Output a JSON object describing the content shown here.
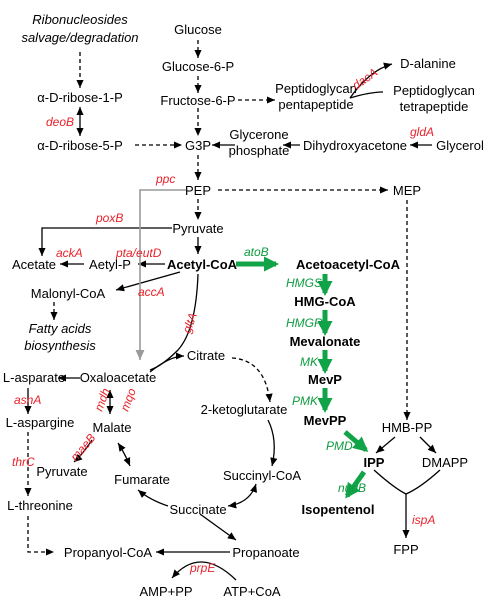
{
  "nodes": {
    "ribo_salvage_1": "Ribonucleosides",
    "ribo_salvage_2": "salvage/degradation",
    "alpha_ribose_1p": "α-D-ribose-1-P",
    "alpha_ribose_5p": "α-D-ribose-5-P",
    "glucose": "Glucose",
    "glucose_6p": "Glucose-6-P",
    "fructose_6p": "Fructose-6-P",
    "g3p": "G3P",
    "pg_penta_1": "Peptidoglycan",
    "pg_penta_2": "pentapeptide",
    "d_alanine": "D-alanine",
    "pg_tetra_1": "Peptidoglycan",
    "pg_tetra_2": "tetrapeptide",
    "glycerone_1": "Glycerone",
    "glycerone_2": "phosphate",
    "dihydroxyacetone": "Dihydroxyacetone",
    "glycerol": "Glycerol",
    "pep": "PEP",
    "mep": "MEP",
    "pyruvate": "Pyruvate",
    "acetate": "Acetate",
    "acetyl_p": "Aetyl-P",
    "acetyl_coa": "Acetyl-CoA",
    "acetoacetyl_coa": "Acetoacetyl-CoA",
    "malonyl_coa": "Malonyl-CoA",
    "fatty_1": "Fatty acids",
    "fatty_2": "biosynthesis",
    "hmg_coa": "HMG-CoA",
    "mevalonate": "Mevalonate",
    "mevp": "MevP",
    "mevpp": "MevPP",
    "citrate": "Citrate",
    "l_asparate": "L-asparate",
    "oxaloacetate": "Oxaloacetate",
    "ketoglutarate": "2-ketoglutarate",
    "l_aspargine": "L-aspargine",
    "malate": "Malate",
    "pyruvate2": "Pyruvate",
    "fumarate": "Fumarate",
    "succinyl_coa": "Succinyl-CoA",
    "l_threonine": "L-threonine",
    "succinate": "Succinate",
    "propanyol_coa": "Propanyol-CoA",
    "propanoate": "Propanoate",
    "amp_pp": "AMP+PP",
    "atp_coa": "ATP+CoA",
    "hmb_pp": "HMB-PP",
    "ipp": "IPP",
    "dmapp": "DMAPP",
    "isopentenol": "Isopentenol",
    "fpp": "FPP"
  },
  "enzymes_red": {
    "deoB": "deoB",
    "dacA": "dacA",
    "gldA": "gldA",
    "ppc": "ppc",
    "poxB": "poxB",
    "ackA": "ackA",
    "pta_eutD": "pta/eutD",
    "accA": "accA",
    "gltA": "gltA",
    "asnA": "asnA",
    "mdh": "mdh",
    "mqo": "mqo",
    "maeB": "maeB",
    "thrC": "thrC",
    "prpE": "prpE",
    "ispA": "ispA"
  },
  "enzymes_green": {
    "atoB": "atoB",
    "HMGS": "HMGS",
    "HMGR": "HMGR",
    "MK": "MK",
    "PMK": "PMK",
    "PMD": "PMD",
    "nudB": "nudB"
  },
  "colors": {
    "enzyme_native": "#e8222b",
    "enzyme_heterologous": "#0d9b3f",
    "engineered_arrow": "#11a347",
    "ppc_arrow": "#9a9a9a"
  }
}
